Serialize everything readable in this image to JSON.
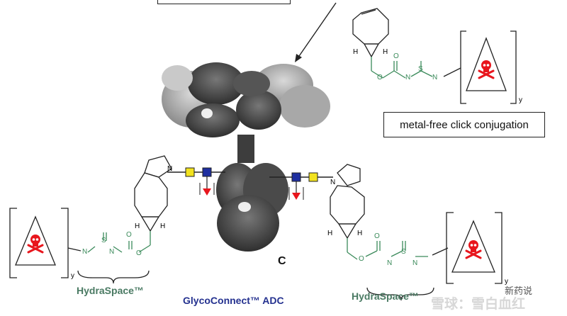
{
  "labels": {
    "click_conjugation": "metal-free click conjugation",
    "hydraspace_left": "HydraSpace™",
    "hydraspace_right": "HydraSpace™",
    "glycoconnect": "GlycoConnect™ ADC",
    "panel_letter": "C",
    "watermark": "雪球：雪白血红",
    "watermark_logo": "新药说"
  },
  "atoms": {
    "H": "H",
    "N": "N",
    "S": "S",
    "O": "O",
    "y": "y"
  },
  "colors": {
    "hydraspace": "#4a7a63",
    "glycoconnect": "#24318f",
    "linker_green": "#3a8a5a",
    "toxin_red": "#e8161d",
    "sugar_yellow": "#f2e21e",
    "sugar_blue": "#1f2fa0",
    "antibody_dark": "#3a3a3a",
    "antibody_light": "#b8b8b8"
  },
  "icons": [
    "skull-crossbones-warning-icon",
    "antibody-structure",
    "arrow-icon"
  ]
}
